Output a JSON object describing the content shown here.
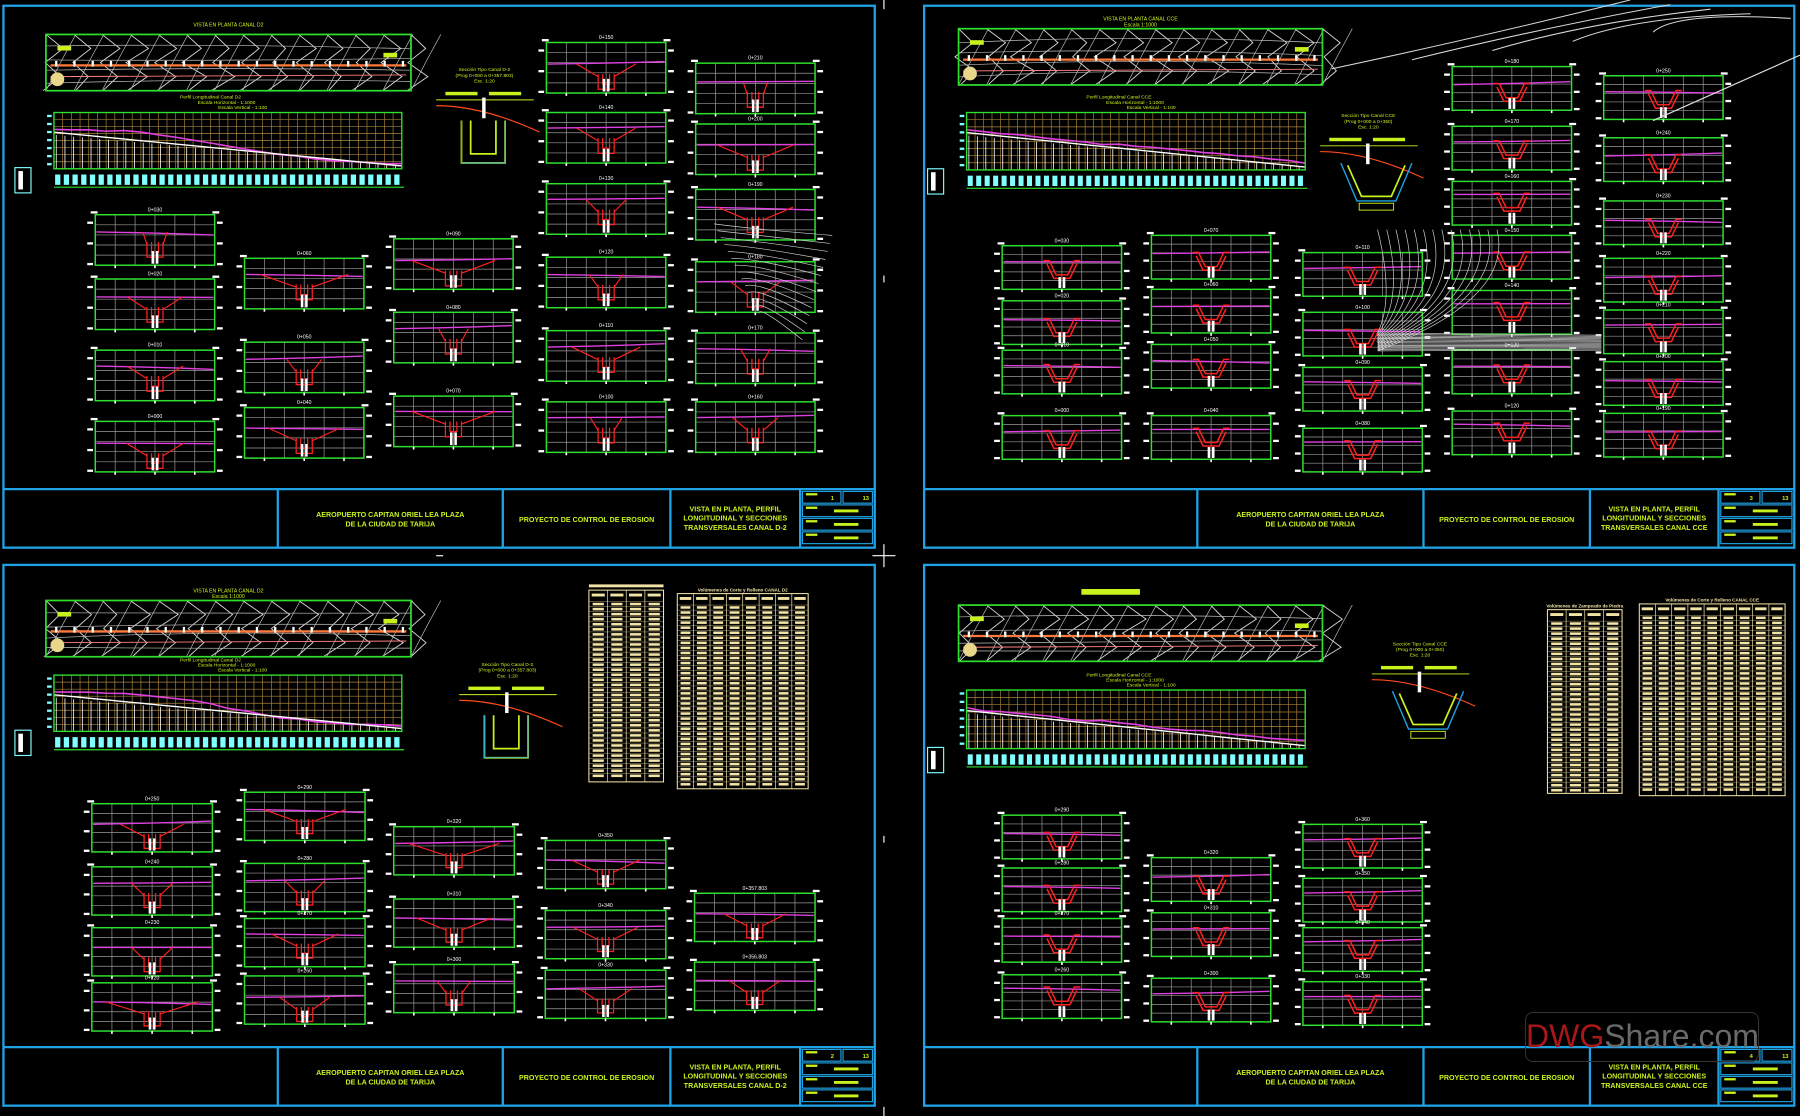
{
  "colors": {
    "background": "#000000",
    "frame": "#1fa3e6",
    "section_border": "#2ee02e",
    "grid": "#9a9a9a",
    "terrain_line": "#e040e0",
    "channel": "#ff2020",
    "title_text": "#c8f21e",
    "profile_grid": "#a8823c",
    "station_bars": "#7fffff",
    "table": "#f2e3a6",
    "watermark_red": "#a81818",
    "watermark_gray": "#6a6a6a"
  },
  "watermark": {
    "part1": "DWG",
    "part2": "Share.com"
  },
  "sheets": [
    {
      "id": "sheet-1",
      "plan_title": [
        "VISTA EN PLANTA CANAL D2"
      ],
      "profile_title": [
        "Perfil Longitudinal Canal D2",
        "Escala Horizontal - 1:1000",
        "Escala Vertical - 1:100"
      ],
      "section_tipo": [
        "Sección Tipo Canal D-2",
        "(Prog 0+000 a 0+357.803)",
        "Esc. 1:20"
      ],
      "sections": [
        [
          "0+030",
          "0+020",
          "0+010",
          "0+000"
        ],
        [
          "0+060",
          "0+050",
          "0+040"
        ],
        [
          "0+090",
          "0+080",
          "0+070"
        ],
        [
          "0+150",
          "0+140",
          "0+130",
          "0+120",
          "0+110",
          "0+100"
        ],
        [
          "0+210",
          "0+200",
          "0+190",
          "0+180",
          "0+170",
          "0+160"
        ]
      ],
      "title_block": {
        "project": [
          "AEROPUERTO CAPITAN ORIEL LEA PLAZA",
          "DE LA CIUDAD DE TARIJA"
        ],
        "program": [
          "PROYECTO DE CONTROL DE EROSION"
        ],
        "drawing": [
          "VISTA EN PLANTA, PERFIL",
          "LONGITUDINAL Y SECCIONES",
          "TRANSVERSALES CANAL D-2"
        ],
        "sheet_number": "1",
        "sheet_total": "13"
      }
    },
    {
      "id": "sheet-2",
      "plan_title": [
        "VISTA EN PLANTA CANAL D2",
        "Escala 1:1000"
      ],
      "profile_title": [
        "Perfil Longitudinal Canal D2",
        "Escala Horizontal - 1:1000",
        "Escala Vertical - 1:100"
      ],
      "section_tipo": [
        "Sección Tipo Canal D-2",
        "(Prog 0+000 a 0+357.803)",
        "Esc. 1:20"
      ],
      "tables": [
        {
          "title": ""
        },
        {
          "title": "Volúmenes de Corte y Relleno CANAL D2"
        }
      ],
      "sections": [
        [
          "0+250",
          "0+240",
          "0+230",
          "0+220"
        ],
        [
          "0+290",
          "0+280",
          "0+270",
          "0+260"
        ],
        [
          "0+320",
          "0+310",
          "0+300"
        ],
        [
          "0+350",
          "0+340",
          "0+330"
        ],
        [
          "0+357.803",
          "0+356.803"
        ]
      ],
      "title_block": {
        "project": [
          "AEROPUERTO CAPITAN ORIEL LEA PLAZA",
          "DE LA CIUDAD DE TARIJA"
        ],
        "program": [
          "PROYECTO DE CONTROL DE EROSION"
        ],
        "drawing": [
          "VISTA EN PLANTA, PERFIL",
          "LONGITUDINAL Y SECCIONES",
          "TRANSVERSALES CANAL D-2"
        ],
        "sheet_number": "2",
        "sheet_total": "13"
      }
    },
    {
      "id": "sheet-3",
      "plan_title": [
        "VISTA EN PLANTA CANAL CCE",
        "Escala 1:1000"
      ],
      "profile_title": [
        "Perfil Longitudinal Canal CCE",
        "Escala Horizontal - 1:1000",
        "Escala Vertical - 1:100"
      ],
      "section_tipo": [
        "Sección Tipo Canal CCE",
        "(Prog 0+000 a 0+350)",
        "Esc. 1:20"
      ],
      "sections": [
        [
          "0+030",
          "0+020",
          "0+010",
          "0+000"
        ],
        [
          "0+070",
          "0+060",
          "0+050",
          "0+040"
        ],
        [
          "0+110",
          "0+100",
          "0+090",
          "0+080"
        ],
        [
          "0+180",
          "0+170",
          "0+160",
          "0+150",
          "0+140",
          "0+130",
          "0+120"
        ],
        [
          "0+250",
          "0+240",
          "0+230",
          "0+220",
          "0+210",
          "0+200",
          "0+190"
        ]
      ],
      "title_block": {
        "project": [
          "AEROPUERTO CAPITAN ORIEL LEA PLAZA",
          "DE LA CIUDAD DE TARIJA"
        ],
        "program": [
          "PROYECTO DE CONTROL DE EROSION"
        ],
        "drawing": [
          "VISTA EN PLANTA, PERFIL",
          "LONGITUDINAL Y SECCIONES",
          "TRANSVERSALES CANAL CCE"
        ],
        "sheet_number": "3",
        "sheet_total": "13"
      }
    },
    {
      "id": "sheet-4",
      "plan_title": [],
      "profile_title": [
        "Perfil Longitudinal Canal CCE",
        "Escala Horizontal - 1:1000",
        "Escala Vertical - 1:100"
      ],
      "section_tipo": [
        "Sección Tipo Canal CCE",
        "(Prog 0+000 a 0+350)",
        "Esc. 1:20"
      ],
      "tables": [
        {
          "title": "Volúmenes de Zampeado de Piedra"
        },
        {
          "title": "Volúmenes de Corte y Relleno CANAL CCE"
        }
      ],
      "sections": [
        [
          "0+290",
          "0+280",
          "0+270",
          "0+260"
        ],
        [
          "0+320",
          "0+310",
          "0+300"
        ],
        [
          "0+360",
          "0+350",
          "0+340",
          "0+330"
        ]
      ],
      "title_block": {
        "project": [
          "AEROPUERTO CAPITAN ORIEL LEA PLAZA",
          "DE LA CIUDAD DE TARIJA"
        ],
        "program": [
          "PROYECTO DE CONTROL DE EROSION"
        ],
        "drawing": [
          "VISTA EN PLANTA, PERFIL",
          "LONGITUDINAL Y SECCIONES",
          "TRANSVERSALES CANAL CCE"
        ],
        "sheet_number": "4",
        "sheet_total": "13"
      }
    }
  ]
}
